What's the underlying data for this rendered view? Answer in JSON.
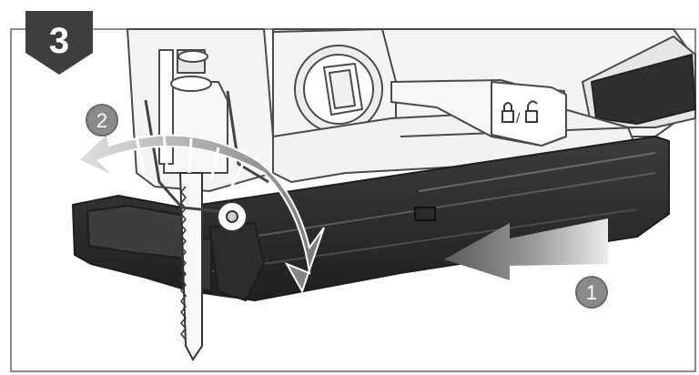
{
  "step_badge": {
    "number": "3"
  },
  "callouts": [
    {
      "label": "1",
      "meaning": "slide-base-forward"
    },
    {
      "label": "2",
      "meaning": "rotate-lever-down"
    }
  ],
  "lever_icons": [
    "lock-closed-icon",
    "lock-open-icon"
  ],
  "separator": "/",
  "colors": {
    "badge_bg": "#3f3f3f",
    "badge_text": "#ffffff",
    "line": "#4a4a4a",
    "tool_body": "#f4f4f4",
    "shoe": "#2f2f2f",
    "arrow_dark": "#555555",
    "arrow_light": "#d9d9d9",
    "callout_bg": "#8a8a8a"
  }
}
